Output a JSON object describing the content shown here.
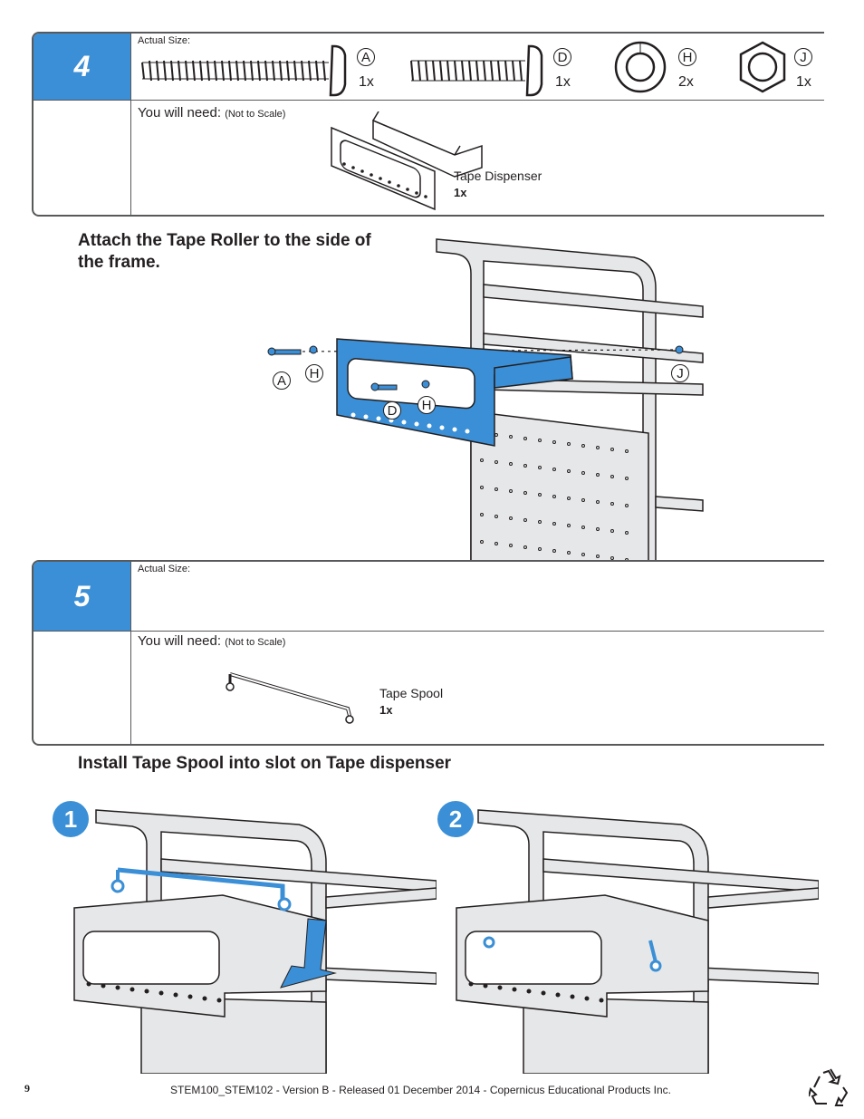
{
  "step4": {
    "number": "4",
    "actual_size": "Actual Size:",
    "parts": [
      {
        "letter": "A",
        "qty": "1x"
      },
      {
        "letter": "D",
        "qty": "1x"
      },
      {
        "letter": "H",
        "qty": "2x"
      },
      {
        "letter": "J",
        "qty": "1x"
      }
    ],
    "you_will_need": "You will need:",
    "not_to_scale": "(Not to Scale)",
    "item_name": "Tape Dispenser",
    "item_qty": "1x"
  },
  "instruction4": {
    "line1": "Attach the Tape Roller to the side of",
    "line2": "the frame.",
    "callouts": [
      "A",
      "H",
      "D",
      "H",
      "J"
    ]
  },
  "step5": {
    "number": "5",
    "actual_size": "Actual Size:",
    "you_will_need": "You will need:",
    "not_to_scale": "(Not to Scale)",
    "item_name": "Tape Spool",
    "item_qty": "1x"
  },
  "instruction5": {
    "text": "Install Tape Spool into slot on Tape dispenser",
    "sub_steps": [
      "1",
      "2"
    ]
  },
  "footer": {
    "page_number": "9",
    "text": "STEM100_STEM102 - Version B - Released 01 December 2014 - Copernicus Educational Products Inc."
  },
  "colors": {
    "accent": "#3a8fd6",
    "frame": "#58595b"
  },
  "icons": [
    "recycle-icon"
  ]
}
